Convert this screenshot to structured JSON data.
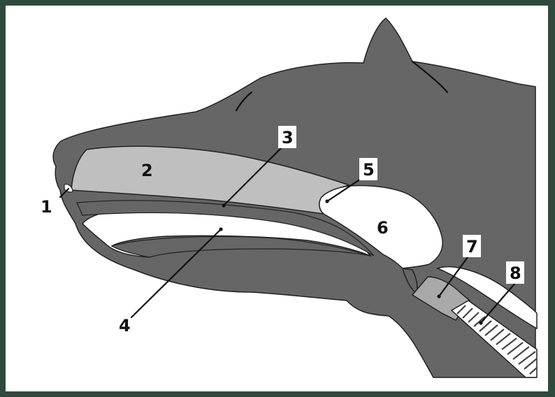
{
  "colors": {
    "frame": "#2f4a3c",
    "background": "#ffffff",
    "head": "#666666",
    "nasal_cavity": "#bfbfbf",
    "cavity": "#ffffff",
    "larynx": "#a9a9a9",
    "trachea_rings": "#ffffff",
    "outline": "#222222"
  },
  "labels": [
    {
      "id": "1",
      "text": "1"
    },
    {
      "id": "2",
      "text": "2"
    },
    {
      "id": "3",
      "text": "3"
    },
    {
      "id": "4",
      "text": "4"
    },
    {
      "id": "5",
      "text": "5"
    },
    {
      "id": "6",
      "text": "6"
    },
    {
      "id": "7",
      "text": "7"
    },
    {
      "id": "8",
      "text": "8"
    }
  ]
}
